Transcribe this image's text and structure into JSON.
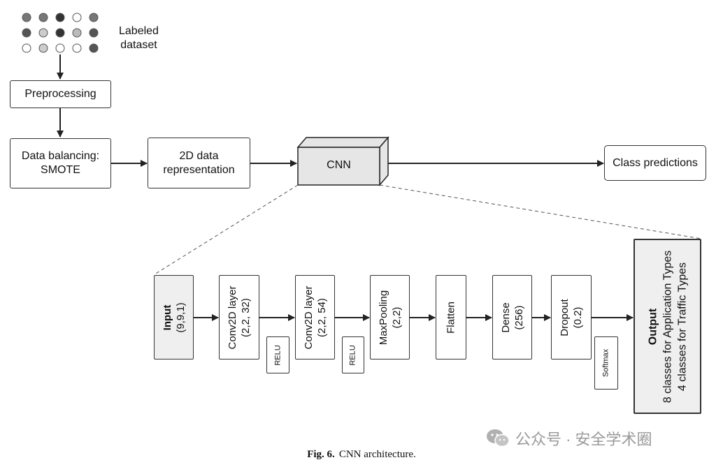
{
  "pipeline": {
    "labeled_dataset": [
      "Labeled",
      "dataset"
    ],
    "preprocessing": "Preprocessing",
    "balancing": [
      "Data balancing:",
      "SMOTE"
    ],
    "representation": [
      "2D data",
      "representation"
    ],
    "cnn": "CNN",
    "predictions": "Class predictions"
  },
  "layers": {
    "input": {
      "title": "Input",
      "detail": "(9,9,1)"
    },
    "conv1": {
      "title": "Conv2D layer",
      "detail": "(2,2, 32)"
    },
    "relu1": "RELU",
    "conv2": {
      "title": "Conv2D layer",
      "detail": "(2,2, 54)"
    },
    "relu2": "RELU",
    "maxpool": {
      "title": "MaxPooling",
      "detail": "(2,2)"
    },
    "flatten": "Flatten",
    "dense": {
      "title": "Dense",
      "detail": "(256)"
    },
    "dropout": {
      "title": "Dropout",
      "detail": "(0.2)"
    },
    "softmax": "Softmax",
    "output": {
      "title": "Output",
      "line1": "8 classes for Application Types",
      "line2": "4 classes for Traffic Types"
    }
  },
  "dots": [
    [
      "#777777",
      "#777777",
      "#333333",
      "#ffffff",
      "#777777"
    ],
    [
      "#555555",
      "#cccccc",
      "#333333",
      "#bbbbbb",
      "#555555"
    ],
    [
      "#ffffff",
      "#cccccc",
      "#ffffff",
      "#ffffff",
      "#555555"
    ]
  ],
  "caption": {
    "label": "Fig. 6.",
    "text": "CNN architecture."
  },
  "watermark": "公众号 · 安全学术圈"
}
